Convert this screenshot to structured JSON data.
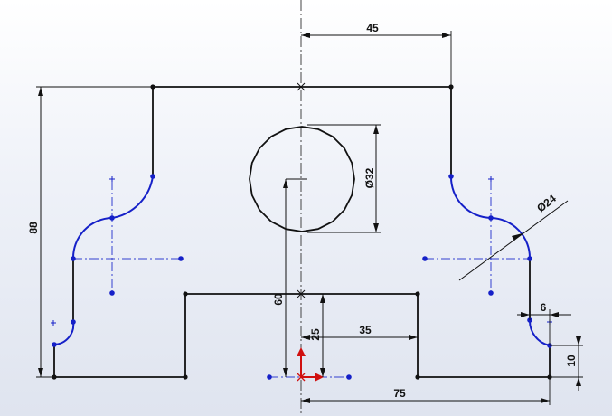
{
  "colors": {
    "geometry": "#111111",
    "arc": "#1520c8",
    "origin_x": "#d01010",
    "origin_y": "#d01010"
  },
  "dimensions": {
    "top_half_width": "45",
    "hole_diameter": "Ø32",
    "arc_diameter": "Ø24",
    "total_height": "88",
    "hole_center_height": "60",
    "slot_height": "25",
    "slot_half_width": "35",
    "notch_width": "6",
    "base_height": "10",
    "base_half_width": "75"
  },
  "icons": {
    "origin": "origin-axes-icon"
  }
}
